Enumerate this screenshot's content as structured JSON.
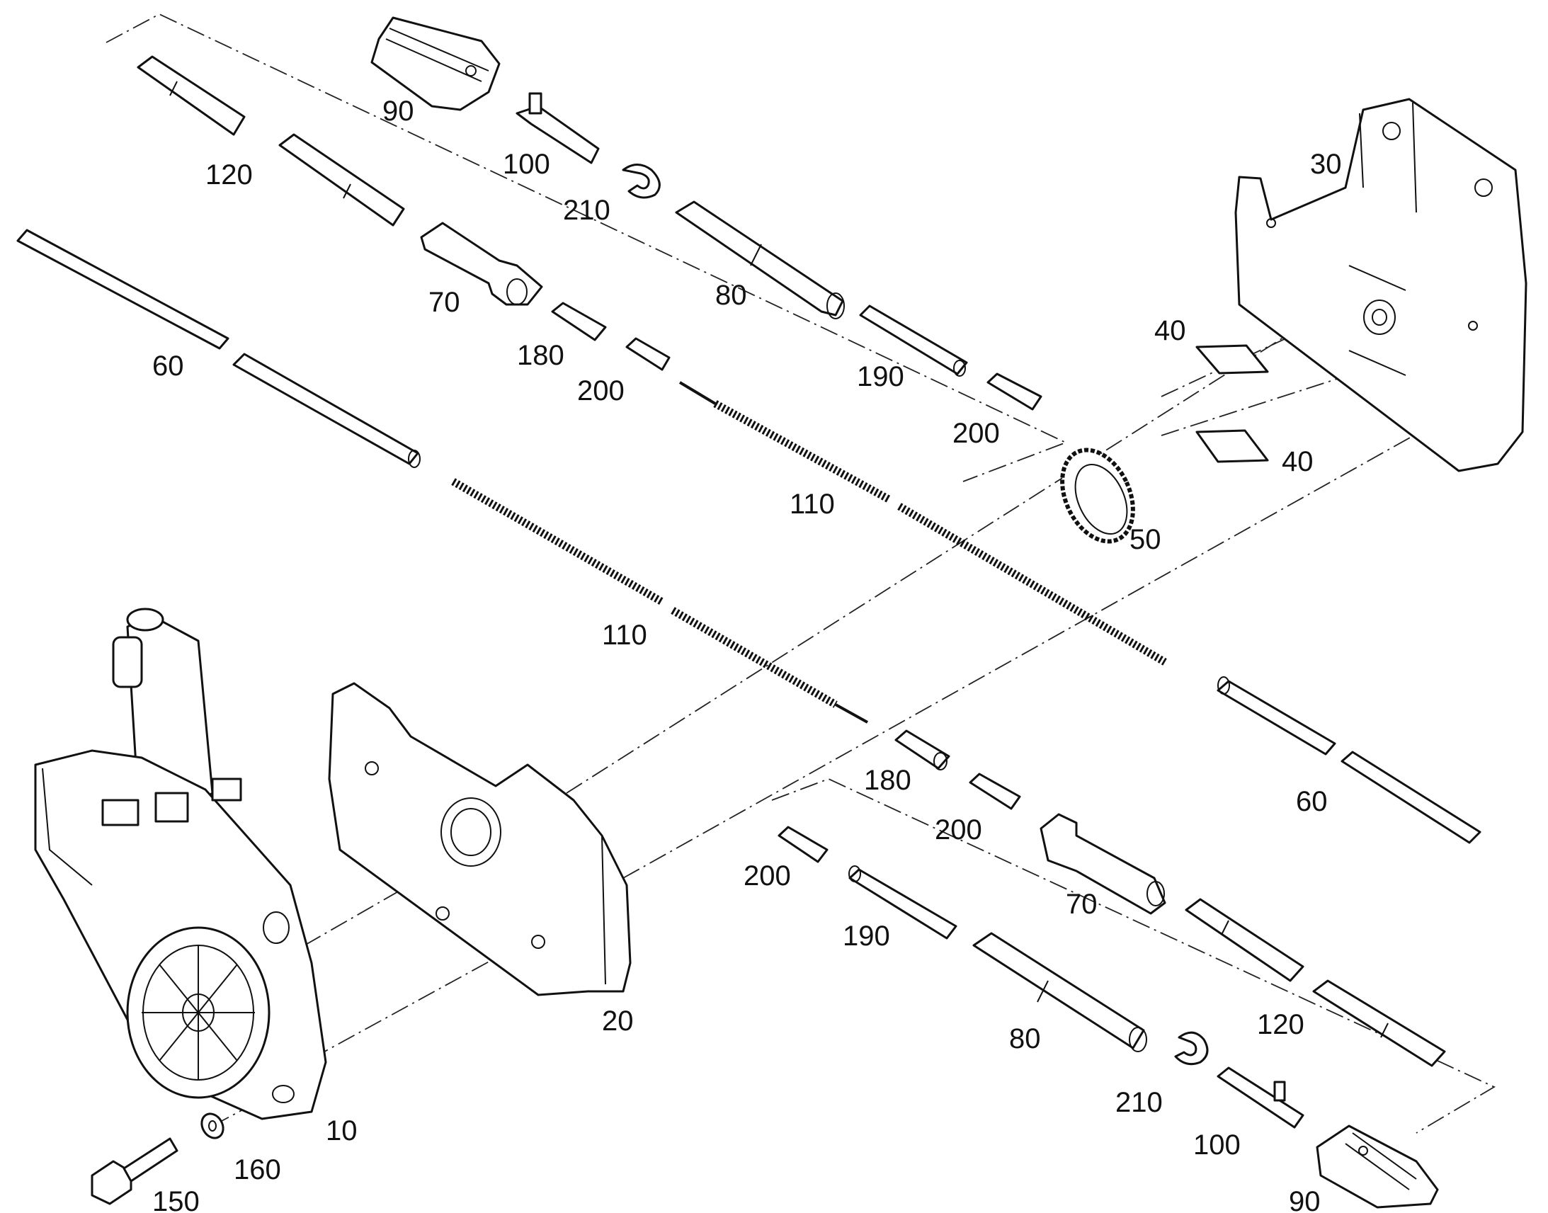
{
  "labels": {
    "l90a": "90",
    "l100a": "100",
    "l120a": "120",
    "l210a": "210",
    "l70a": "70",
    "l80a": "80",
    "l30": "30",
    "l60a": "60",
    "l180a": "180",
    "l200a": "200",
    "l190a": "190",
    "l200b": "200",
    "l40a": "40",
    "l40b": "40",
    "l110a": "110",
    "l50": "50",
    "l110b": "110",
    "l180b": "180",
    "l200c": "200",
    "l60b": "60",
    "l200d": "200",
    "l70b": "70",
    "l190b": "190",
    "l20": "20",
    "l80b": "80",
    "l120b": "120",
    "l210b": "210",
    "l100b": "100",
    "l10": "10",
    "l160": "160",
    "l150": "150",
    "l90b": "90"
  }
}
